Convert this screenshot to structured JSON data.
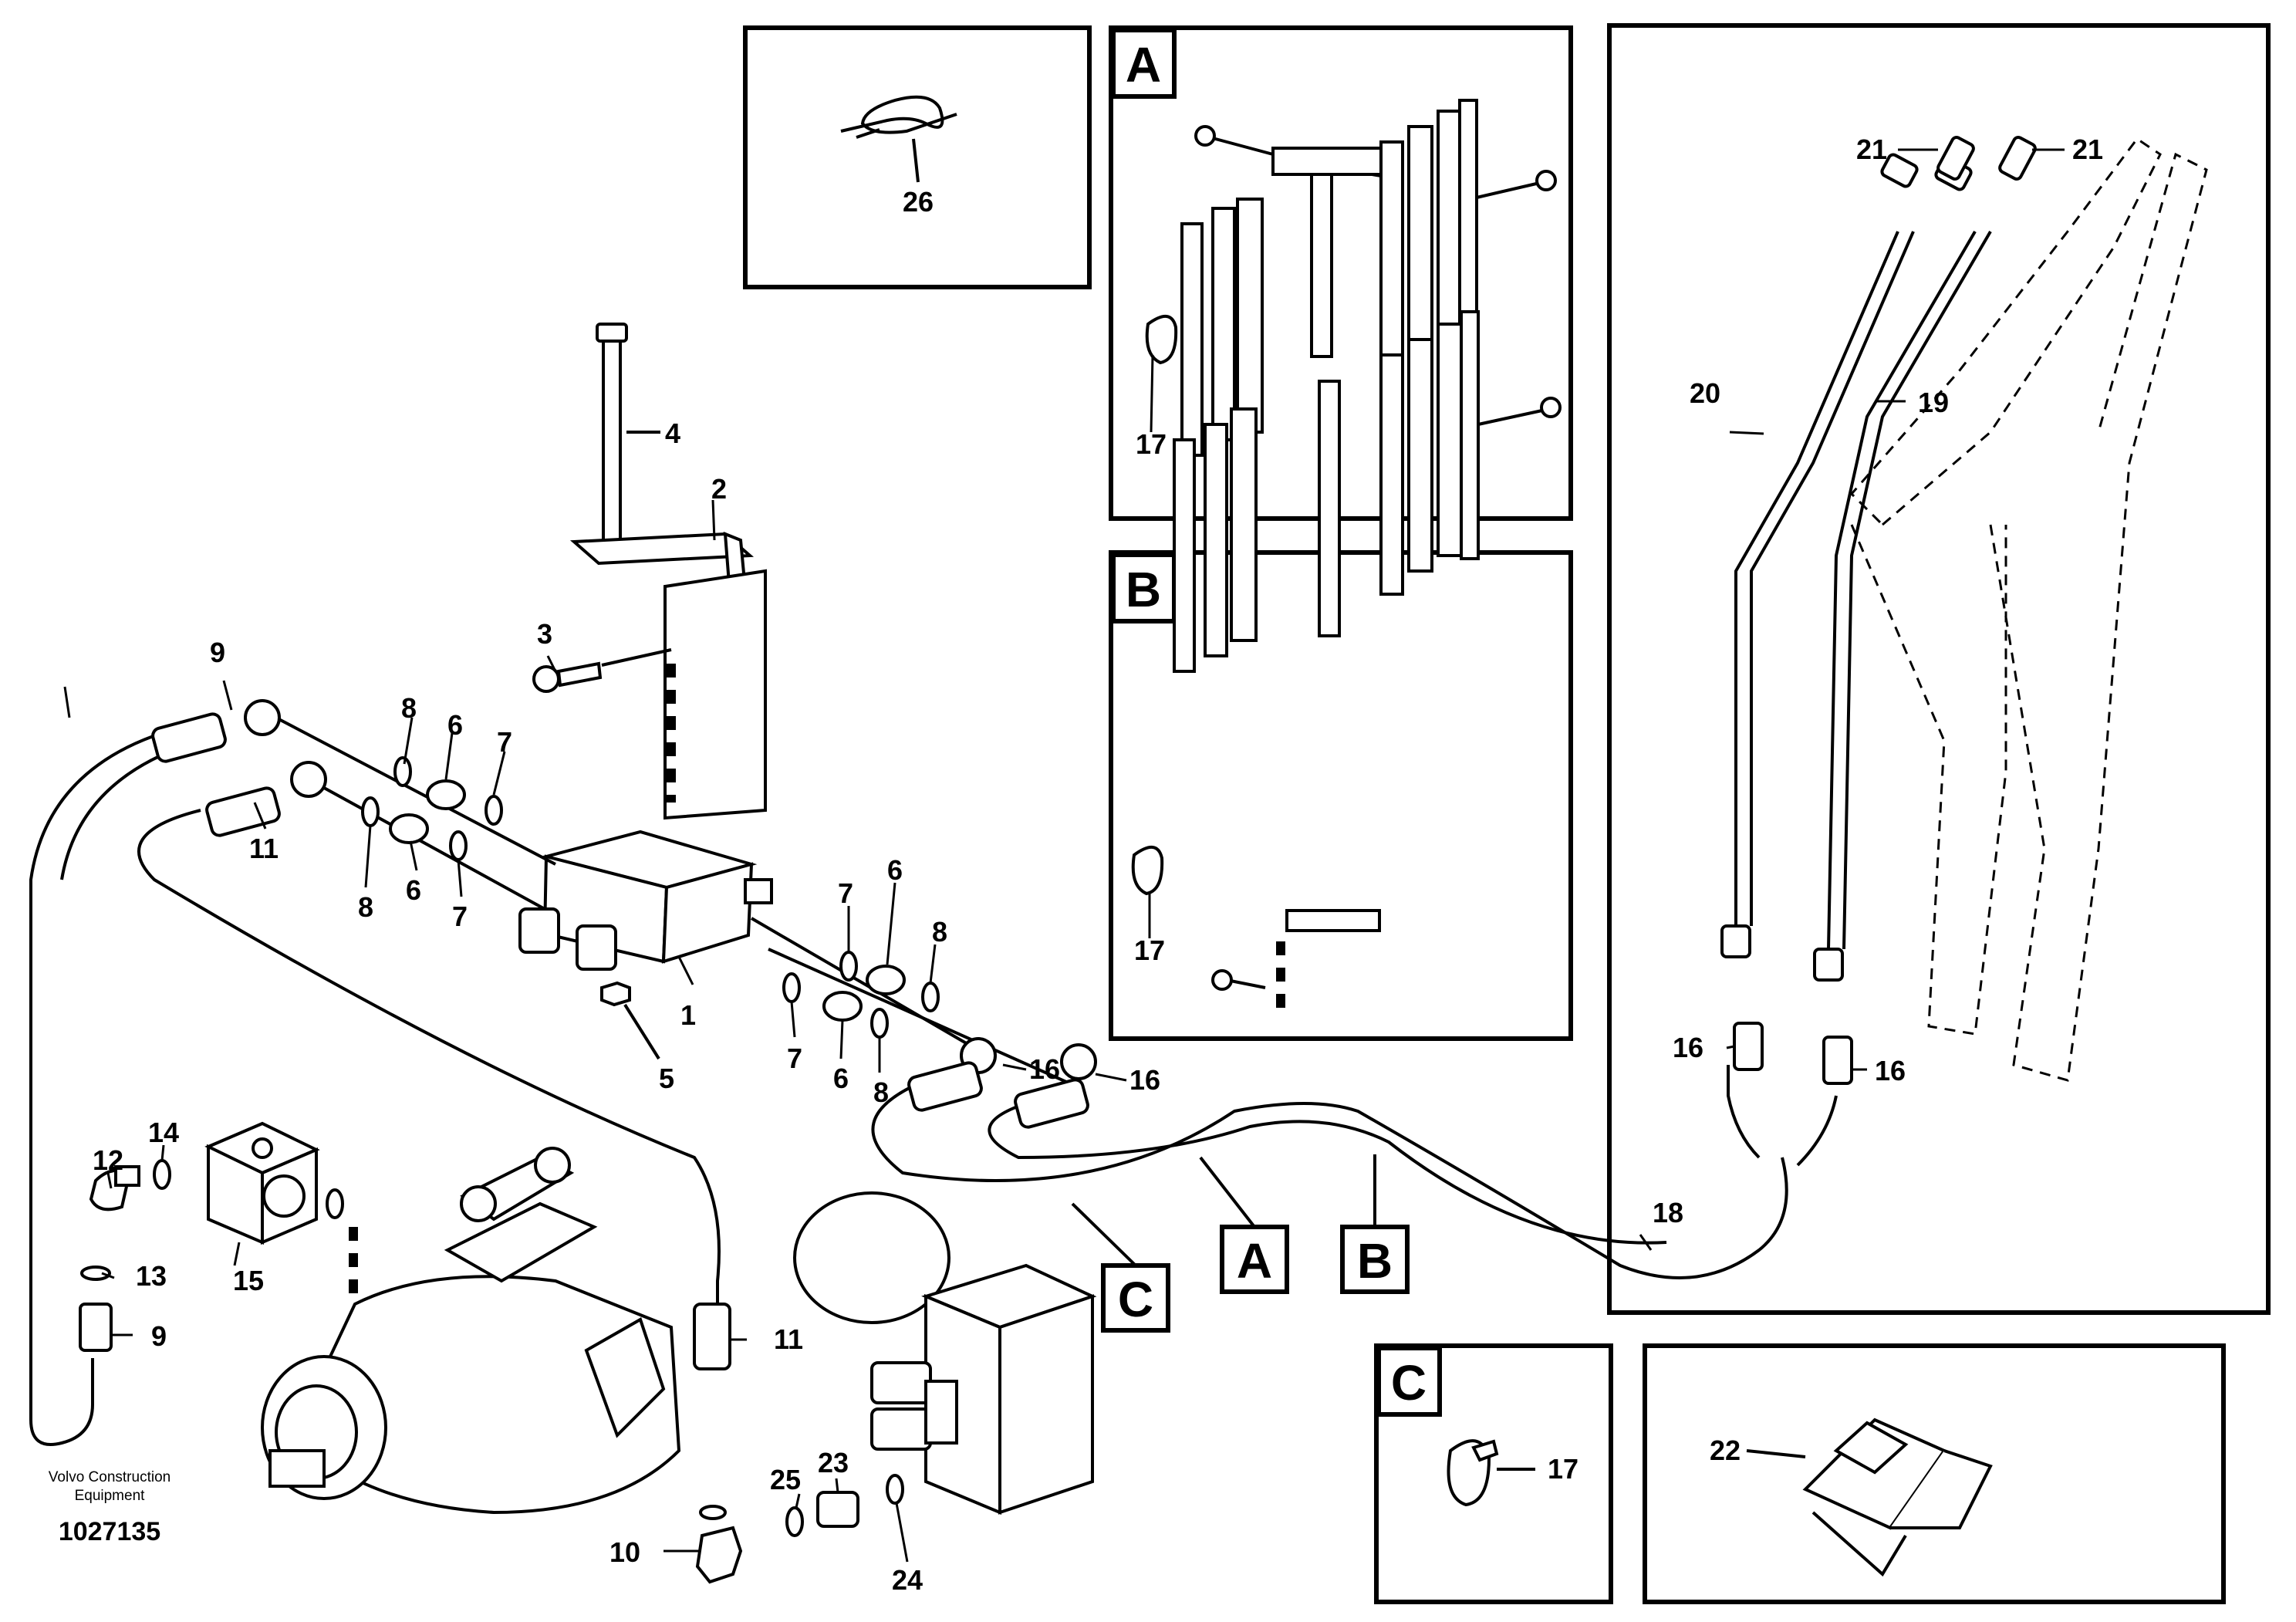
{
  "credit": {
    "line1": "Volvo Construction",
    "line2": "Equipment",
    "drawing_number": "1027135"
  },
  "detail_letters": {
    "a": "A",
    "b": "B",
    "c": "C"
  },
  "part_numbers": {
    "n1": "1",
    "n2": "2",
    "n3": "3",
    "n4": "4",
    "n5": "5",
    "n6": "6",
    "n7": "7",
    "n8": "8",
    "n9": "9",
    "n10": "10",
    "n11": "11",
    "n12": "12",
    "n13": "13",
    "n14": "14",
    "n15": "15",
    "n16": "16",
    "n17": "17",
    "n18": "18",
    "n19": "19",
    "n20": "20",
    "n21": "21",
    "n22": "22",
    "n23": "23",
    "n24": "24",
    "n25": "25",
    "n26": "26"
  },
  "colors": {
    "ink": "#000000",
    "paper": "#ffffff"
  }
}
